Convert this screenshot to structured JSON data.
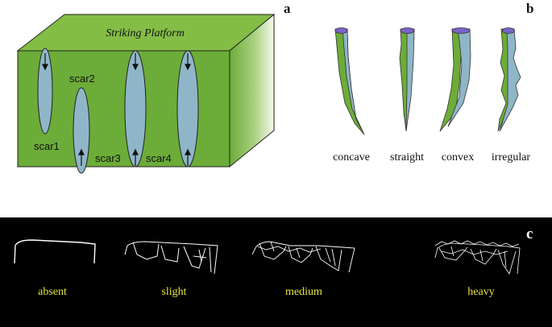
{
  "panel_a": {
    "panel_letter": "a",
    "platform_label": "Striking Platform",
    "scars": [
      "scar1",
      "scar2",
      "scar3",
      "scar4"
    ],
    "colors": {
      "green": "#6cac38",
      "scar_blue": "#8fb6c8",
      "top_green": "#84bd46"
    }
  },
  "panel_b": {
    "panel_letter": "b",
    "profiles": [
      "concave",
      "straight",
      "convex",
      "irregular"
    ],
    "colors": {
      "green": "#6cac38",
      "blue": "#8fb6c8",
      "cap_purple": "#7b62c9"
    }
  },
  "panel_c": {
    "panel_letter": "c",
    "levels": [
      "absent",
      "slight",
      "medium",
      "heavy"
    ],
    "colors": {
      "background": "#000000",
      "label_yellow": "#e4e43a",
      "line": "#ffffff"
    }
  }
}
